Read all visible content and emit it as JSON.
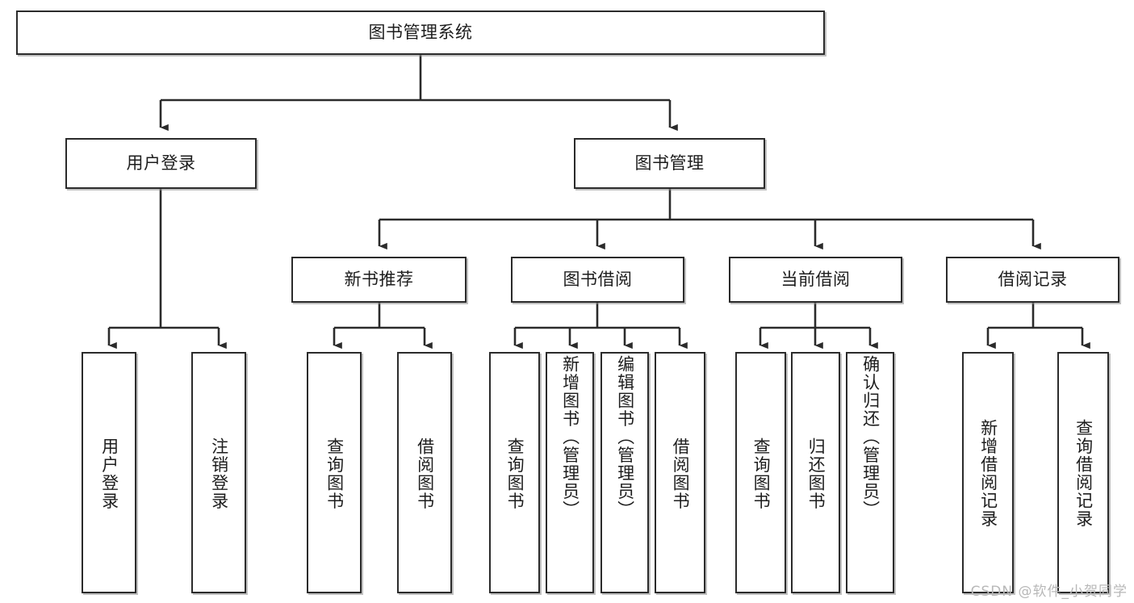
{
  "diagram": {
    "type": "hierarchy-tree",
    "title": "图书管理系统",
    "watermark": "CSDN @软件_小贺同学",
    "colors": {
      "box_border": "#2b2b2b",
      "box_fill": "#ffffff",
      "connector": "#2b2b2b",
      "text": "#1d1d1d",
      "watermark": "#b8b8b8",
      "background": "#ffffff"
    },
    "levels": {
      "root": {
        "label": "图书管理系统"
      },
      "level2": [
        {
          "label": "用户登录"
        },
        {
          "label": "图书管理"
        }
      ],
      "level3": [
        {
          "label": "新书推荐"
        },
        {
          "label": "图书借阅"
        },
        {
          "label": "当前借阅"
        },
        {
          "label": "借阅记录"
        }
      ],
      "leaves": {
        "user_login": [
          {
            "label": "用户登录"
          },
          {
            "label": "注销登录"
          }
        ],
        "new_book_recommend": [
          {
            "label": "查询图书"
          },
          {
            "label": "借阅图书"
          }
        ],
        "book_borrow": [
          {
            "label": "查询图书"
          },
          {
            "label": "新增图书（管理员）"
          },
          {
            "label": "编辑图书（管理员）"
          },
          {
            "label": "借阅图书"
          }
        ],
        "current_borrow": [
          {
            "label": "查询图书"
          },
          {
            "label": "归还图书"
          },
          {
            "label": "确认归还（管理员）"
          }
        ],
        "borrow_record": [
          {
            "label": "新增借阅记录"
          },
          {
            "label": "查询借阅记录"
          }
        ]
      }
    }
  }
}
